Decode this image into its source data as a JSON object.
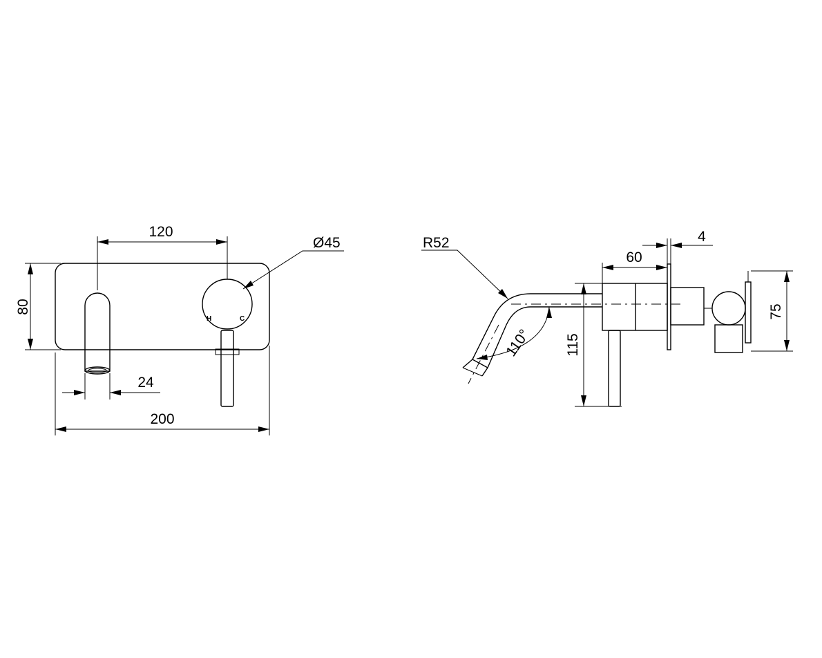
{
  "front_view": {
    "dim_center_spacing": "120",
    "dim_handle_diameter": "Ø45",
    "dim_plate_height": "80",
    "dim_spout_diameter": "24",
    "dim_plate_width": "200",
    "handle_hot": "H",
    "handle_cold": "C"
  },
  "side_view": {
    "dim_spout_radius": "R52",
    "dim_plate_thickness": "4",
    "dim_body_depth": "60",
    "dim_spout_angle": "110°",
    "dim_handle_drop": "115",
    "dim_valve_height": "75"
  }
}
